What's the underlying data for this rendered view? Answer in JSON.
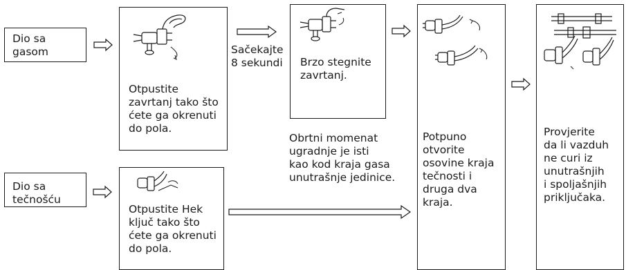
{
  "diagram": {
    "gas_side": {
      "label": "Dio sa\ngasom",
      "step1": "Otpustite\nzavrtanj tako što\nćete ga okrenuti\ndo pola.",
      "wait": "Sačekajte\n8 sekundi",
      "step2": "Brzo stegnite\nzavrtanj."
    },
    "torque_note": "Obrtni momenat\nugradnje je isti\nkao kod kraja gasa\nunutrašnje jedinice.",
    "liquid_side": {
      "label": "Dio sa\ntečnošću",
      "step1": "Otpustite Hek\nključ tako što\nćete ga okrenuti\ndo pola."
    },
    "open_step": "Potpuno\notvorite\nosovine kraja\ntečnosti i\ndruga dva\nkraja.",
    "check_step": "Provjerite\nda li vazduh\nne curi iz\nunutrašnjih\ni spoljašnjih\npriključaka."
  },
  "colors": {
    "line": "#1a1a1a",
    "background": "#ffffff"
  },
  "icons": [
    "valve-loosen-illustration",
    "valve-tighten-illustration",
    "valve-open-illustration",
    "leak-check-illustration",
    "hex-key-illustration"
  ]
}
